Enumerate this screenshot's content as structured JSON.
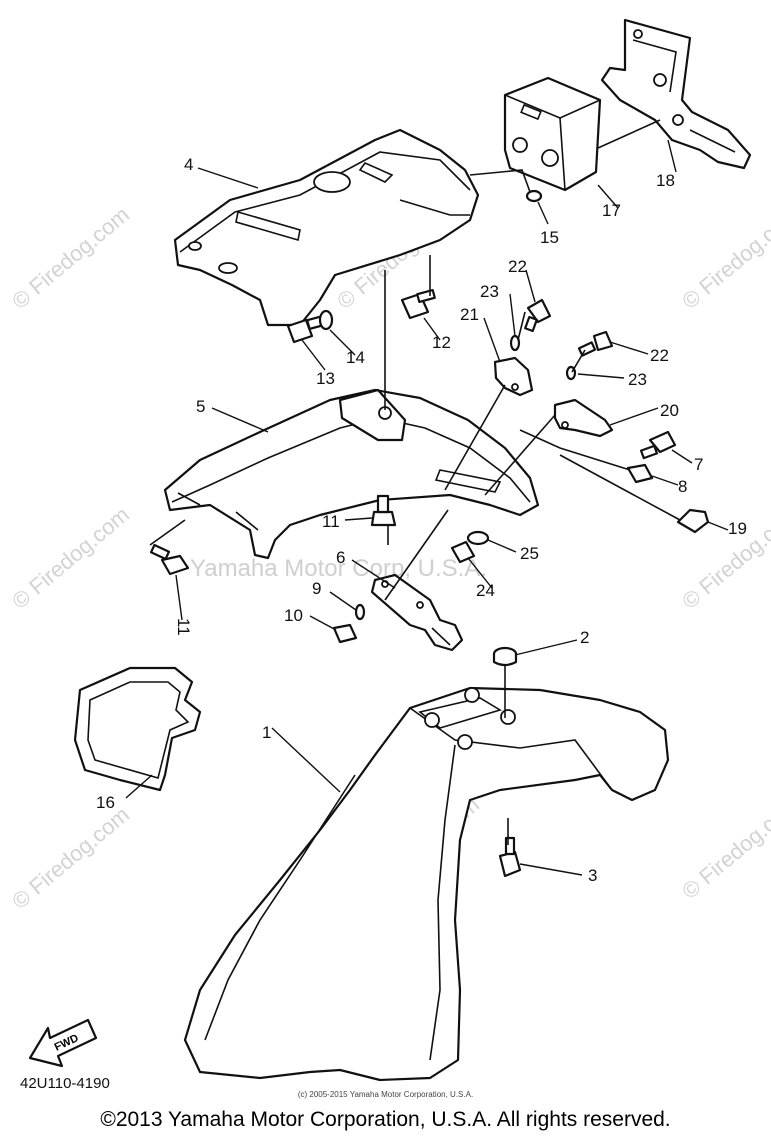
{
  "diagram": {
    "drawing_code": "42U110-4190",
    "fwd_label": "FWD",
    "callouts": [
      {
        "id": "1",
        "label": "1"
      },
      {
        "id": "2",
        "label": "2"
      },
      {
        "id": "3",
        "label": "3"
      },
      {
        "id": "4",
        "label": "4"
      },
      {
        "id": "5",
        "label": "5"
      },
      {
        "id": "6",
        "label": "6"
      },
      {
        "id": "7",
        "label": "7"
      },
      {
        "id": "8",
        "label": "8"
      },
      {
        "id": "9",
        "label": "9"
      },
      {
        "id": "10",
        "label": "10"
      },
      {
        "id": "11a",
        "label": "11"
      },
      {
        "id": "11b",
        "label": "11"
      },
      {
        "id": "12",
        "label": "12"
      },
      {
        "id": "13",
        "label": "13"
      },
      {
        "id": "14",
        "label": "14"
      },
      {
        "id": "15",
        "label": "15"
      },
      {
        "id": "16",
        "label": "16"
      },
      {
        "id": "17",
        "label": "17"
      },
      {
        "id": "18",
        "label": "18"
      },
      {
        "id": "19",
        "label": "19"
      },
      {
        "id": "20",
        "label": "20"
      },
      {
        "id": "21",
        "label": "21"
      },
      {
        "id": "22a",
        "label": "22"
      },
      {
        "id": "22b",
        "label": "22"
      },
      {
        "id": "23a",
        "label": "23"
      },
      {
        "id": "23b",
        "label": "23"
      },
      {
        "id": "24",
        "label": "24"
      },
      {
        "id": "25",
        "label": "25"
      }
    ],
    "watermarks": {
      "firedog": "© Firedog.com",
      "yamaha": "Yamaha Motor Corp, U.S.A."
    }
  },
  "footer": {
    "fine_print": "(c) 2005-2015 Yamaha Motor Corporation, U.S.A.",
    "copyright": "©2013 Yamaha Motor Corporation, U.S.A. All rights reserved."
  }
}
